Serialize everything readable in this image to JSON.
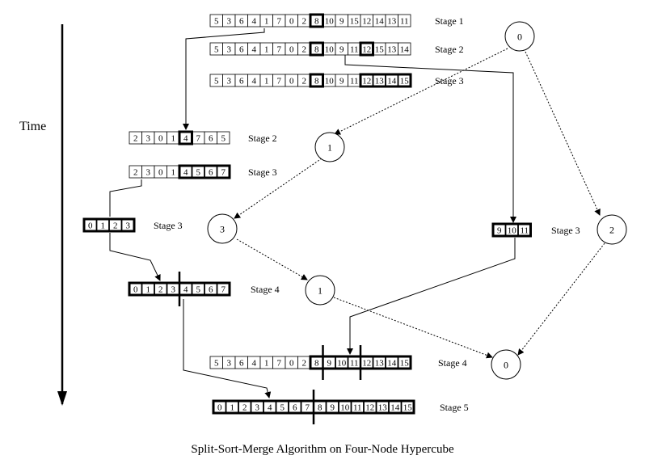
{
  "time_label": "Time",
  "caption": "Split-Sort-Merge Algorithm on Four-Node Hypercube",
  "arrays": [
    {
      "id": "a1",
      "values": [
        "5",
        "3",
        "6",
        "4",
        "1",
        "7",
        "0",
        "2",
        "8",
        "10",
        "9",
        "15",
        "12",
        "14",
        "13",
        "11"
      ],
      "highlight": [
        8
      ],
      "bold_group": [],
      "dividers": [],
      "stage": "Stage 1"
    },
    {
      "id": "a2",
      "values": [
        "5",
        "3",
        "6",
        "4",
        "1",
        "7",
        "0",
        "2",
        "8",
        "10",
        "9",
        "11",
        "12",
        "15",
        "13",
        "14"
      ],
      "highlight": [
        8,
        12
      ],
      "bold_group": [],
      "dividers": [],
      "stage": "Stage 2"
    },
    {
      "id": "a3",
      "values": [
        "5",
        "3",
        "6",
        "4",
        "1",
        "7",
        "0",
        "2",
        "8",
        "10",
        "9",
        "11",
        "12",
        "13",
        "14",
        "15"
      ],
      "highlight": [
        8
      ],
      "bold_group": [
        12,
        15
      ],
      "dividers": [],
      "stage": "Stage 3"
    },
    {
      "id": "b1",
      "values": [
        "2",
        "3",
        "0",
        "1",
        "4",
        "7",
        "6",
        "5"
      ],
      "highlight": [
        4
      ],
      "bold_group": [],
      "dividers": [],
      "stage": "Stage 2"
    },
    {
      "id": "b2",
      "values": [
        "2",
        "3",
        "0",
        "1",
        "4",
        "5",
        "6",
        "7"
      ],
      "highlight": [],
      "bold_group": [
        4,
        7
      ],
      "dividers": [],
      "stage": "Stage 3"
    },
    {
      "id": "c1",
      "values": [
        "0",
        "1",
        "2",
        "3"
      ],
      "highlight": [],
      "bold_group": [
        0,
        3
      ],
      "dividers": [],
      "stage": "Stage 3"
    },
    {
      "id": "d1",
      "values": [
        "9",
        "10",
        "11"
      ],
      "highlight": [],
      "bold_group": [
        0,
        2
      ],
      "dividers": [],
      "stage": "Stage 3"
    },
    {
      "id": "e1",
      "values": [
        "0",
        "1",
        "2",
        "3",
        "4",
        "5",
        "6",
        "7"
      ],
      "highlight": [],
      "bold_group": [
        0,
        7
      ],
      "dividers": [
        4
      ],
      "stage": "Stage 4"
    },
    {
      "id": "f1",
      "values": [
        "5",
        "3",
        "6",
        "4",
        "1",
        "7",
        "0",
        "2",
        "8",
        "9",
        "10",
        "11",
        "12",
        "13",
        "14",
        "15"
      ],
      "highlight": [],
      "bold_group": [
        8,
        15
      ],
      "dividers": [
        9,
        12
      ],
      "stage": "Stage 4"
    },
    {
      "id": "g1",
      "values": [
        "0",
        "1",
        "2",
        "3",
        "4",
        "5",
        "6",
        "7",
        "8",
        "9",
        "10",
        "11",
        "12",
        "13",
        "14",
        "15"
      ],
      "highlight": [],
      "bold_group": [
        0,
        15
      ],
      "dividers": [
        8
      ],
      "stage": "Stage 5"
    }
  ],
  "nodes": [
    {
      "id": "n0a",
      "label": "0"
    },
    {
      "id": "n1a",
      "label": "1"
    },
    {
      "id": "n3",
      "label": "3"
    },
    {
      "id": "n2",
      "label": "2"
    },
    {
      "id": "n1b",
      "label": "1"
    },
    {
      "id": "n0b",
      "label": "0"
    }
  ]
}
